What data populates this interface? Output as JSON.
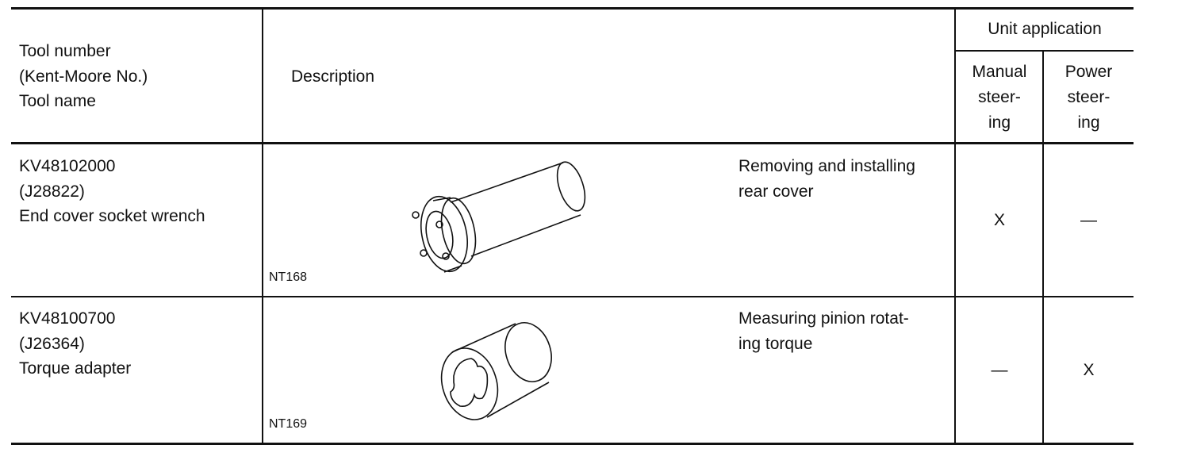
{
  "header": {
    "tool_col": [
      "Tool number",
      "(Kent-Moore No.)",
      "Tool name"
    ],
    "description": "Description",
    "unit_application": "Unit application",
    "manual": [
      "Manual",
      "steer-",
      "ing"
    ],
    "power": [
      "Power",
      "steer-",
      "ing"
    ]
  },
  "rows": [
    {
      "tool_number": "KV48102000",
      "kent_moore": "(J28822)",
      "tool_name": "End cover socket wrench",
      "figure_id": "NT168",
      "description": [
        "Removing and installing",
        "rear cover"
      ],
      "manual": "X",
      "power": "—"
    },
    {
      "tool_number": "KV48100700",
      "kent_moore": "(J26364)",
      "tool_name": "Torque adapter",
      "figure_id": "NT169",
      "description": [
        "Measuring pinion rotat-",
        "ing torque"
      ],
      "manual": "—",
      "power": "X"
    }
  ]
}
